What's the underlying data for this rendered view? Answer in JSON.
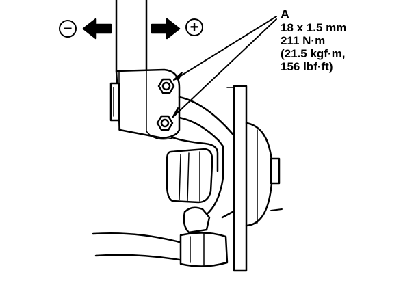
{
  "callout": {
    "label": "A",
    "lines": [
      "18 x 1.5 mm",
      "211 N·m",
      "(21.5 kgf·m,",
      "156 lbf·ft)"
    ]
  },
  "direction": {
    "left_symbol": "−",
    "right_symbol": "+"
  },
  "colors": {
    "ink": "#000000",
    "paper": "#ffffff"
  }
}
